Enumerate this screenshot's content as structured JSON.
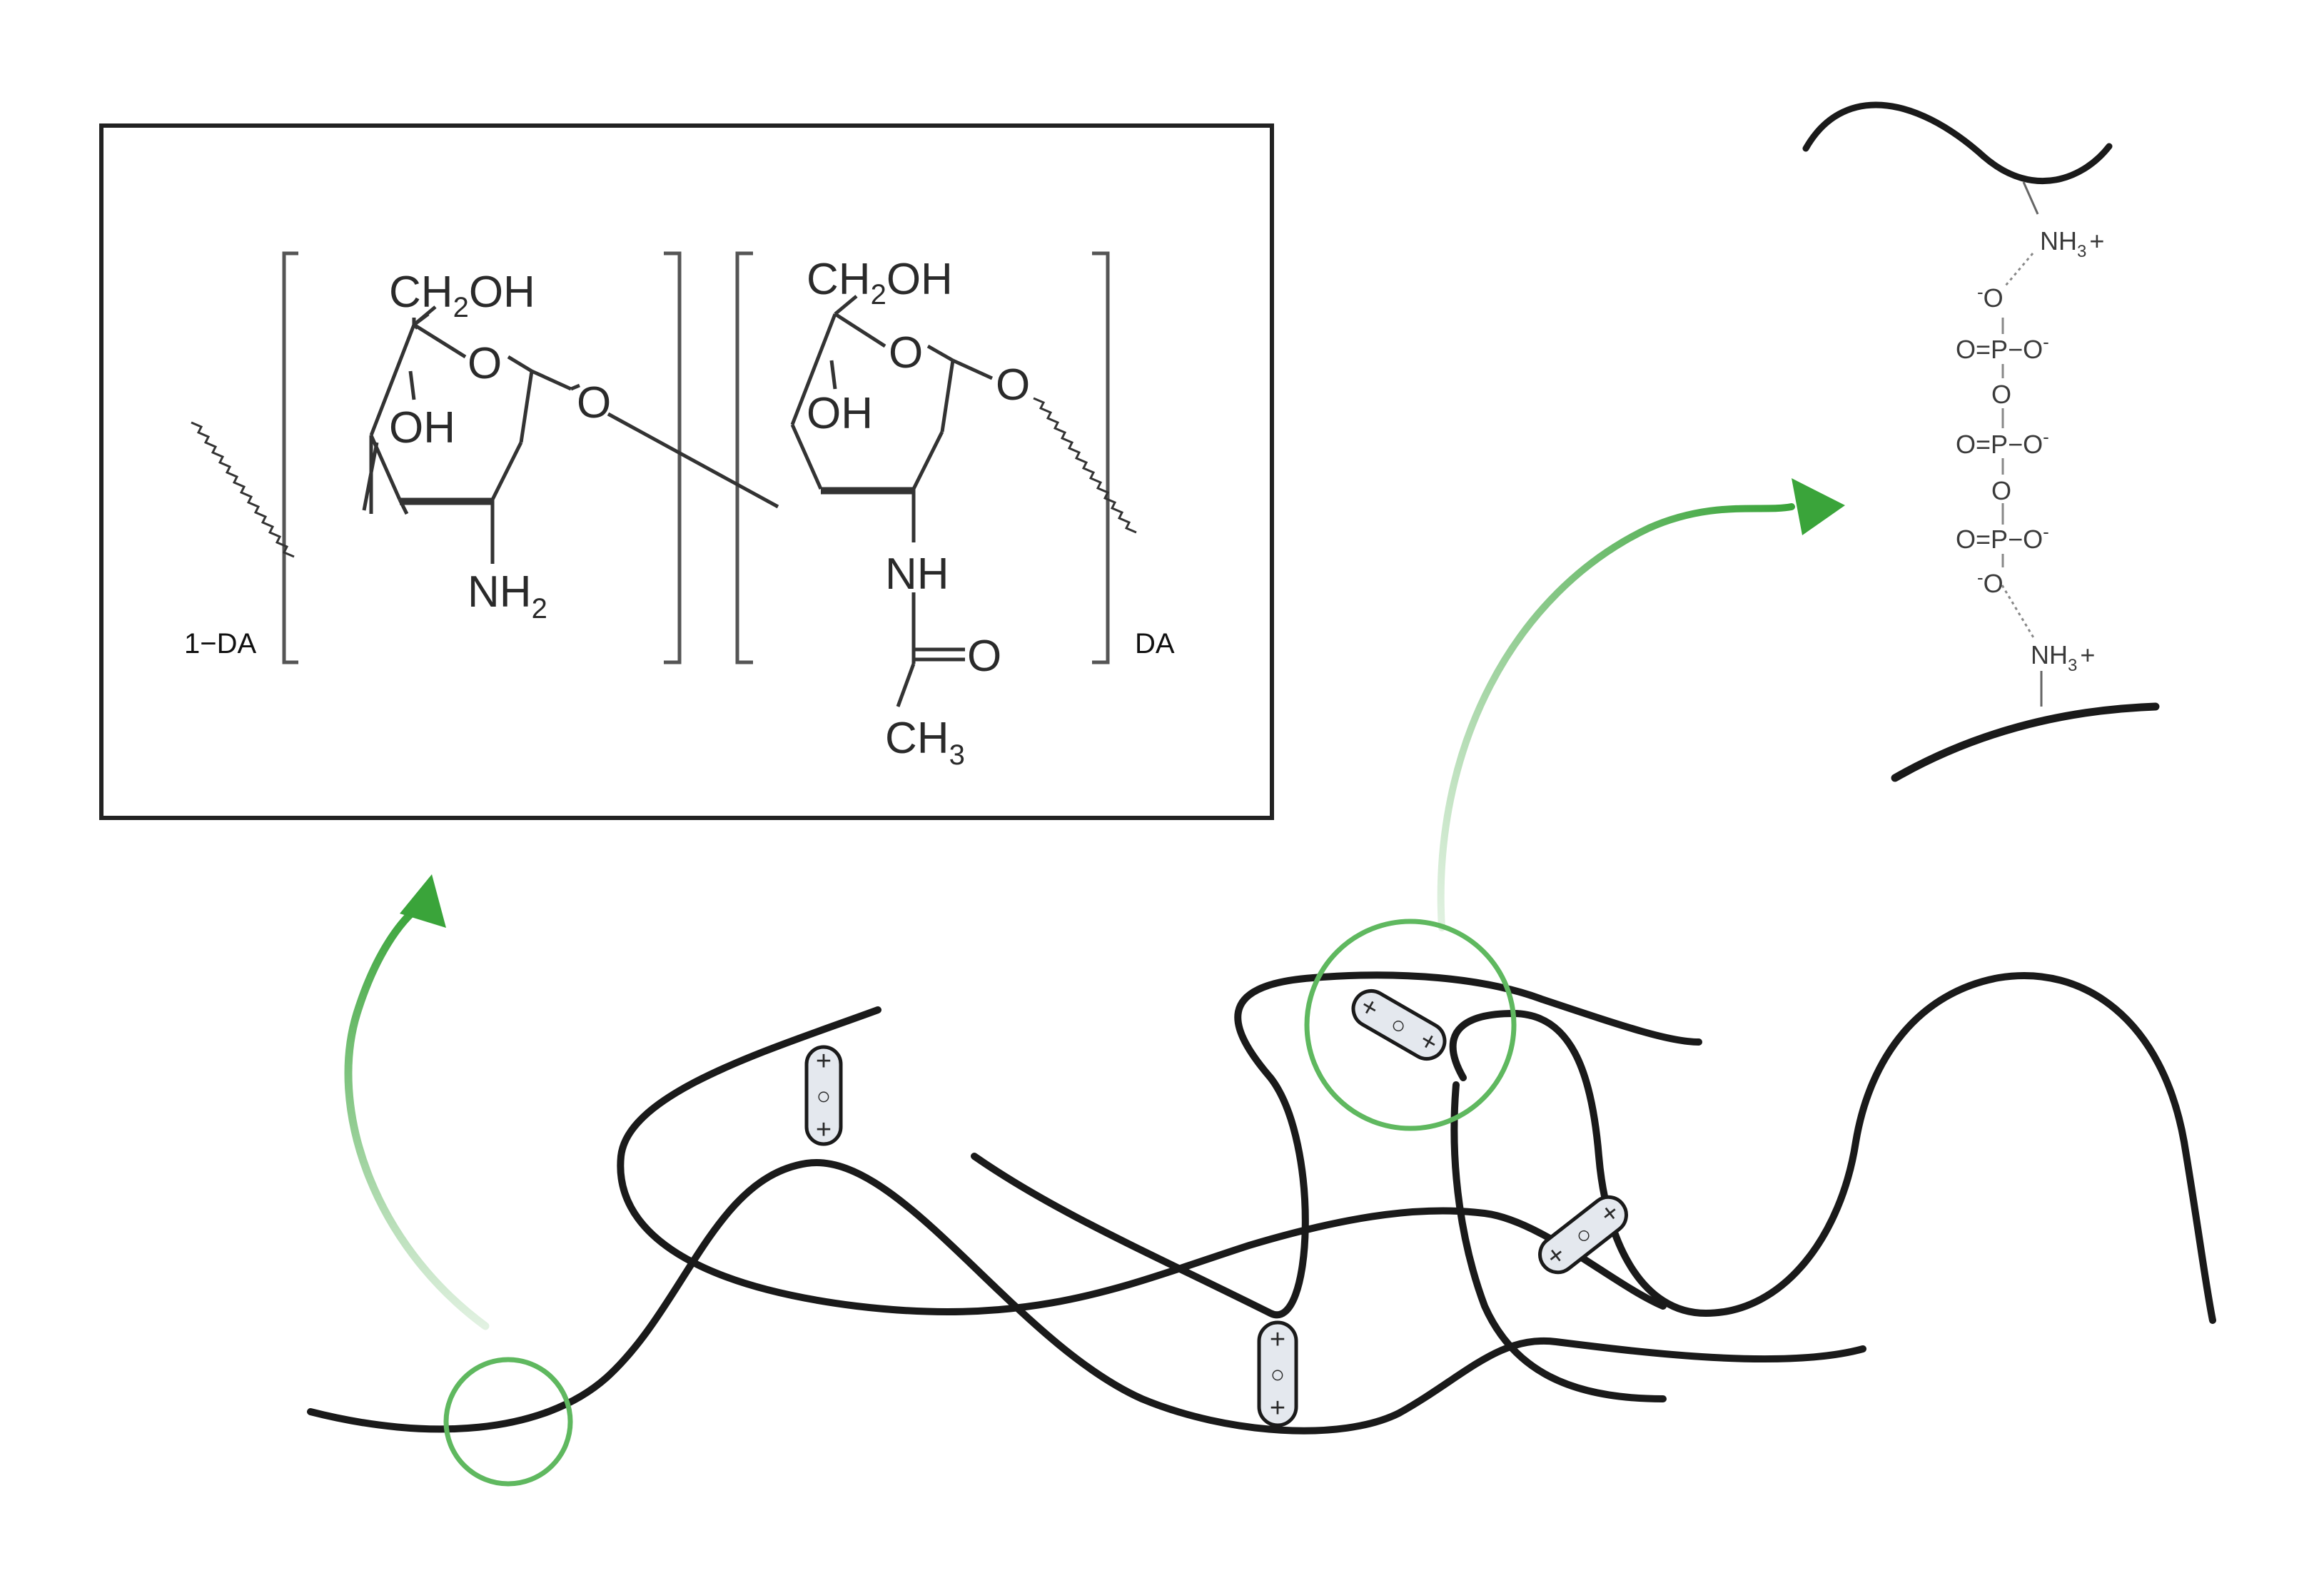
{
  "structure": {
    "unit1": {
      "ch2oh": "CH",
      "ch2oh_sub": "2",
      "ch2oh_tail": "OH",
      "ring_o": "O",
      "oh": "OH",
      "nh2": "NH",
      "nh2_sub": "2",
      "link_o": "O"
    },
    "unit2": {
      "ch2oh": "CH",
      "ch2oh_sub": "2",
      "ch2oh_tail": "OH",
      "ring_o": "O",
      "oh": "OH",
      "nh": "NH",
      "carbonyl_o": "O",
      "ch3": "CH",
      "ch3_sub": "3",
      "link_o": "O"
    },
    "subscript_left": "1−DA",
    "subscript_right": "DA"
  },
  "crosslink": {
    "nh3_top": "NH",
    "nh3_top_sub": "3",
    "plus": "+",
    "o_minus_top": "O",
    "phosphate_rows": [
      {
        "left_o": "O",
        "eq": "=",
        "p": "P",
        "dash": "−",
        "right_o": "O"
      },
      {
        "left_o": "O",
        "eq": "=",
        "p": "P",
        "dash": "−",
        "right_o": "O"
      },
      {
        "left_o": "O",
        "eq": "=",
        "p": "P",
        "dash": "−",
        "right_o": "O"
      }
    ],
    "bridge_o": [
      "O",
      "O"
    ],
    "o_minus_bottom": "O",
    "minus": "-",
    "nh3_bottom": "NH",
    "nh3_bottom_sub": "3"
  },
  "ionic_bond_glyphs": [
    "+",
    "○",
    "+"
  ],
  "colors": {
    "chain": "#1a1a1a",
    "accent_green": "#3aa43a",
    "circle_green": "#5fb85f",
    "box_border": "#222222",
    "pill_fill": "#e4e8ee"
  }
}
